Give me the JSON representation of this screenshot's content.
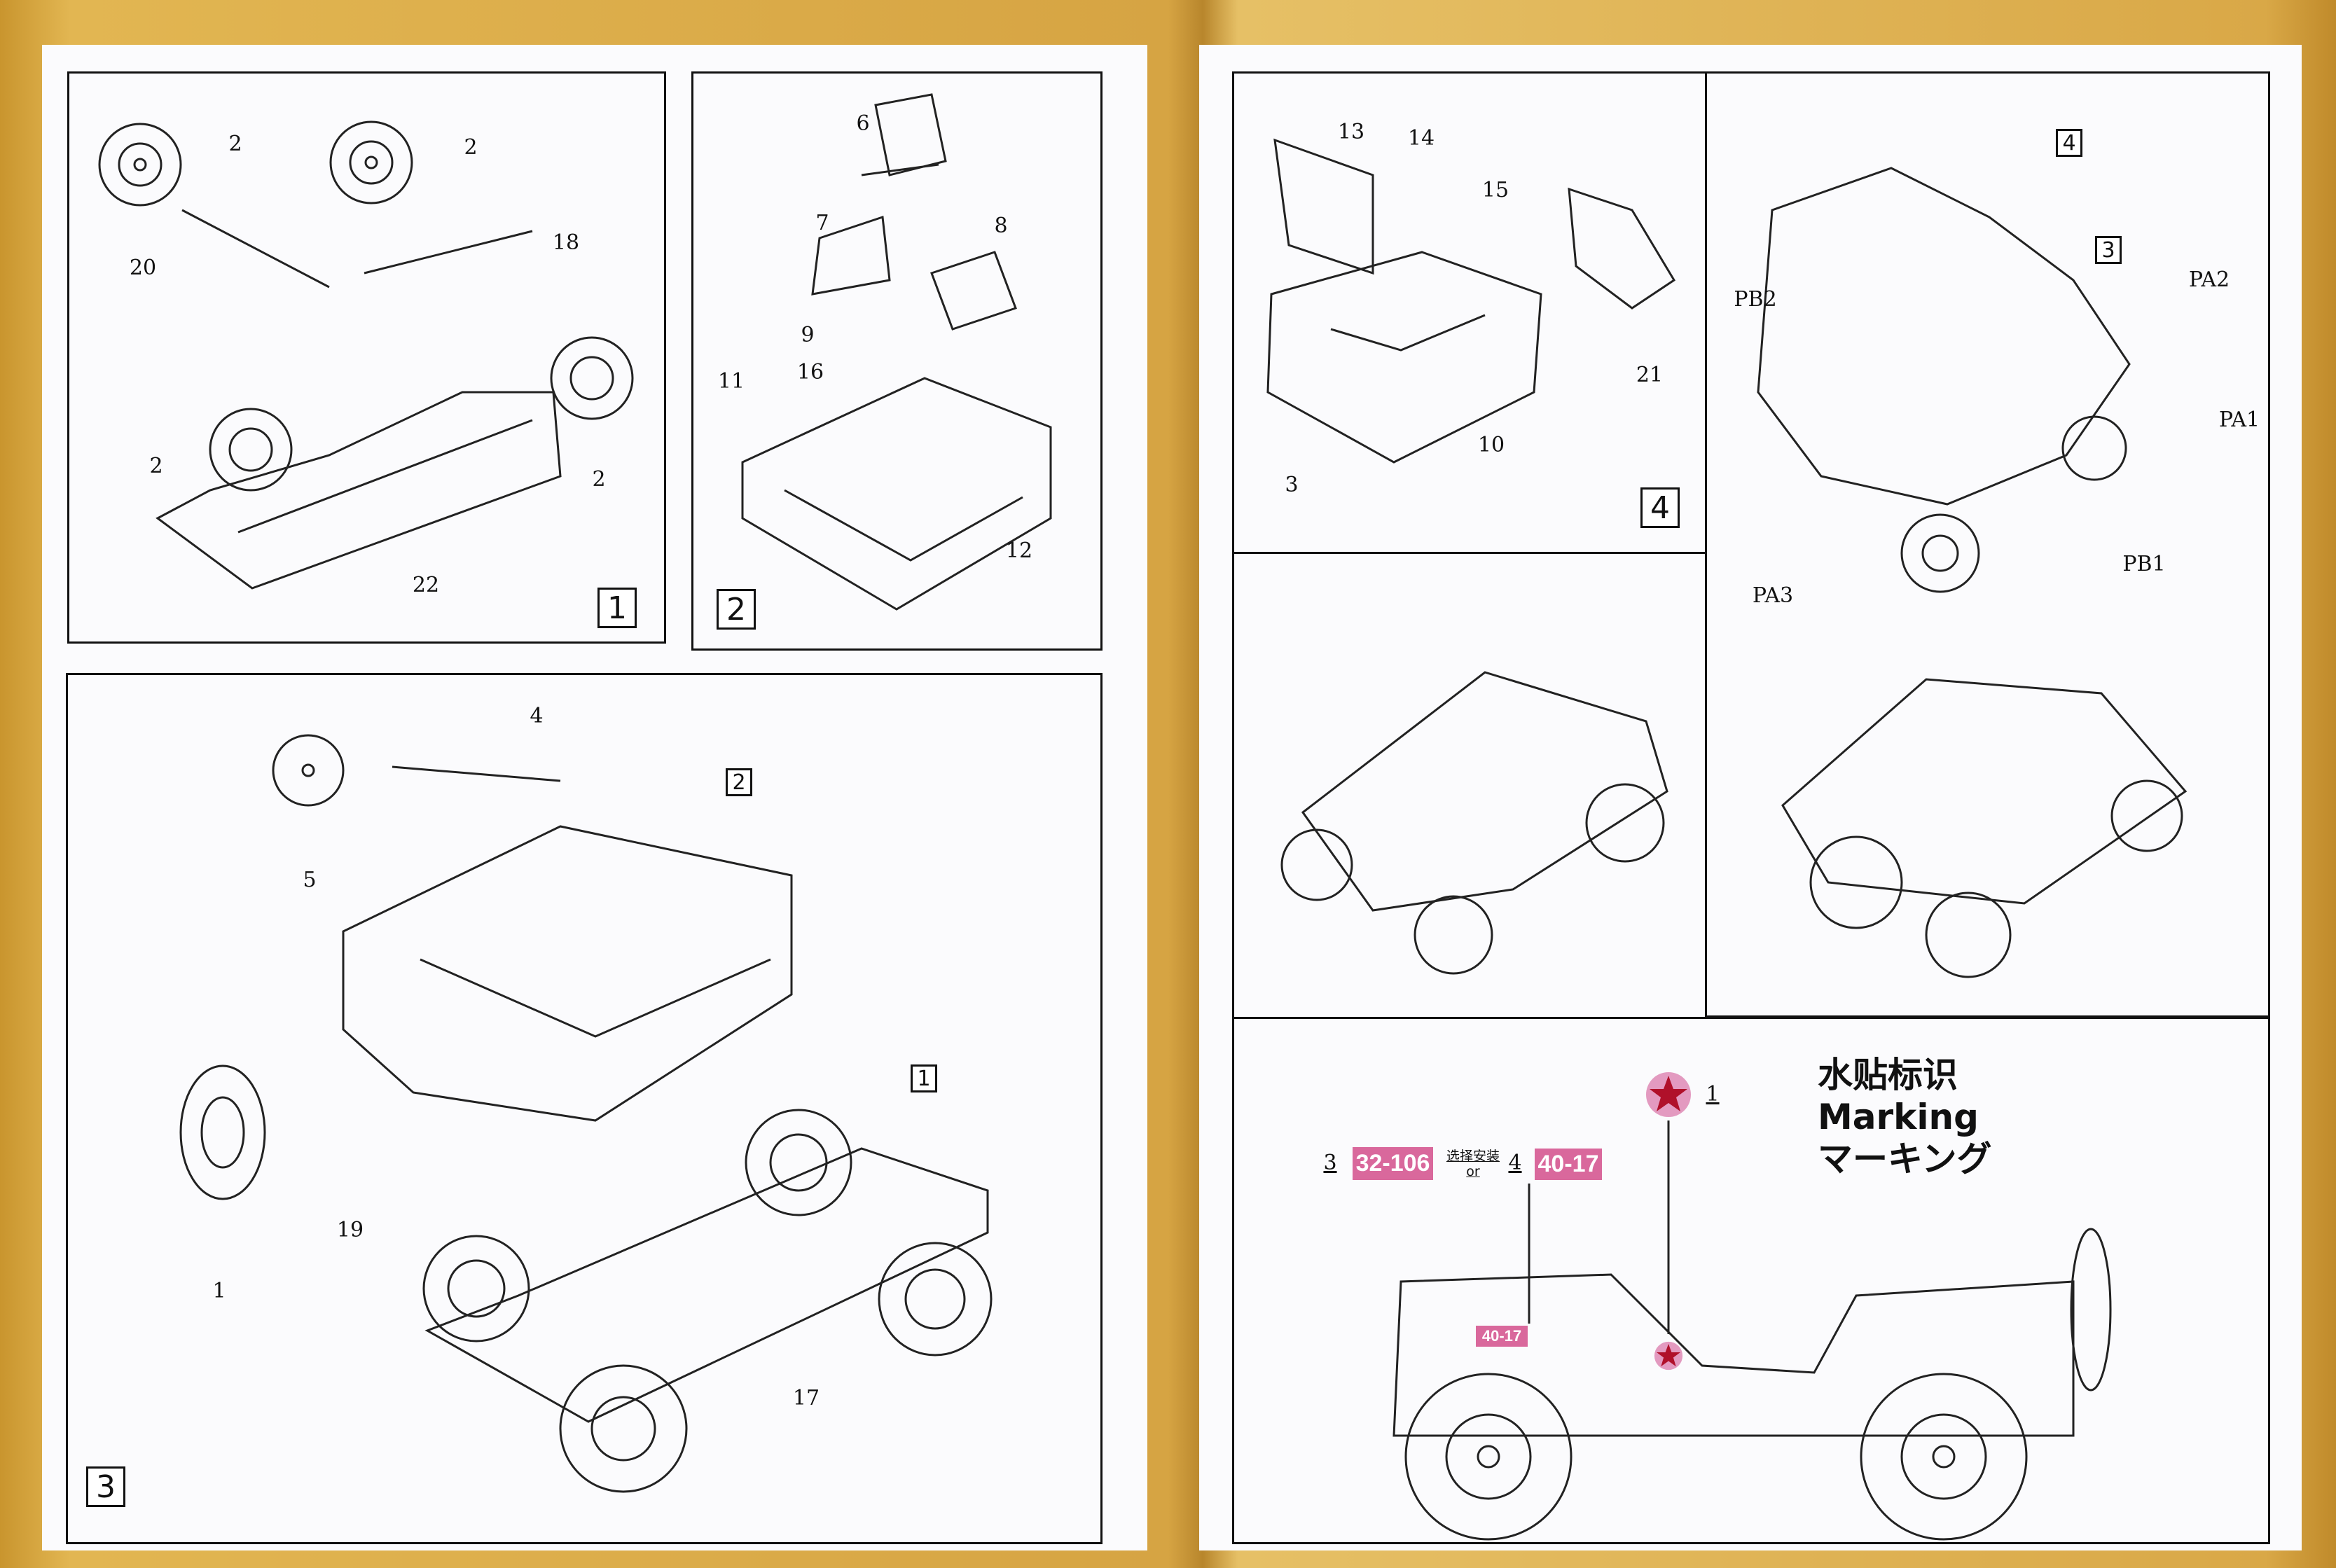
{
  "step1": {
    "number": "1",
    "labels": [
      "2",
      "2",
      "18",
      "20",
      "2",
      "2",
      "22"
    ]
  },
  "step2": {
    "number": "2",
    "labels": [
      "6",
      "7",
      "8",
      "9",
      "11",
      "16",
      "12"
    ]
  },
  "step3": {
    "number": "3",
    "labels": [
      "4",
      "5",
      "19",
      "1",
      "17"
    ],
    "ref_steps": [
      "2",
      "1"
    ]
  },
  "step4": {
    "number": "4",
    "labels": [
      "13",
      "14",
      "15",
      "21",
      "10",
      "3"
    ],
    "sub_labels": [
      "PA2",
      "PB2",
      "PA1",
      "PB1",
      "PA3"
    ],
    "ref_steps": [
      "4",
      "3"
    ]
  },
  "marking": {
    "title_cn": "水贴标识",
    "title_en": "Marking",
    "title_jp": "マーキング",
    "star_ref": "1",
    "option_a_ref": "3",
    "option_a_decal": "32-106",
    "choice_cn": "选择安装",
    "choice_en": "or",
    "option_b_ref": "4",
    "option_b_decal": "40-17",
    "vehicle_decal": "40-17"
  },
  "colors": {
    "decal_pink": "#d9689c",
    "star_red": "#b0102a",
    "paper_gold": "#d6a443"
  }
}
